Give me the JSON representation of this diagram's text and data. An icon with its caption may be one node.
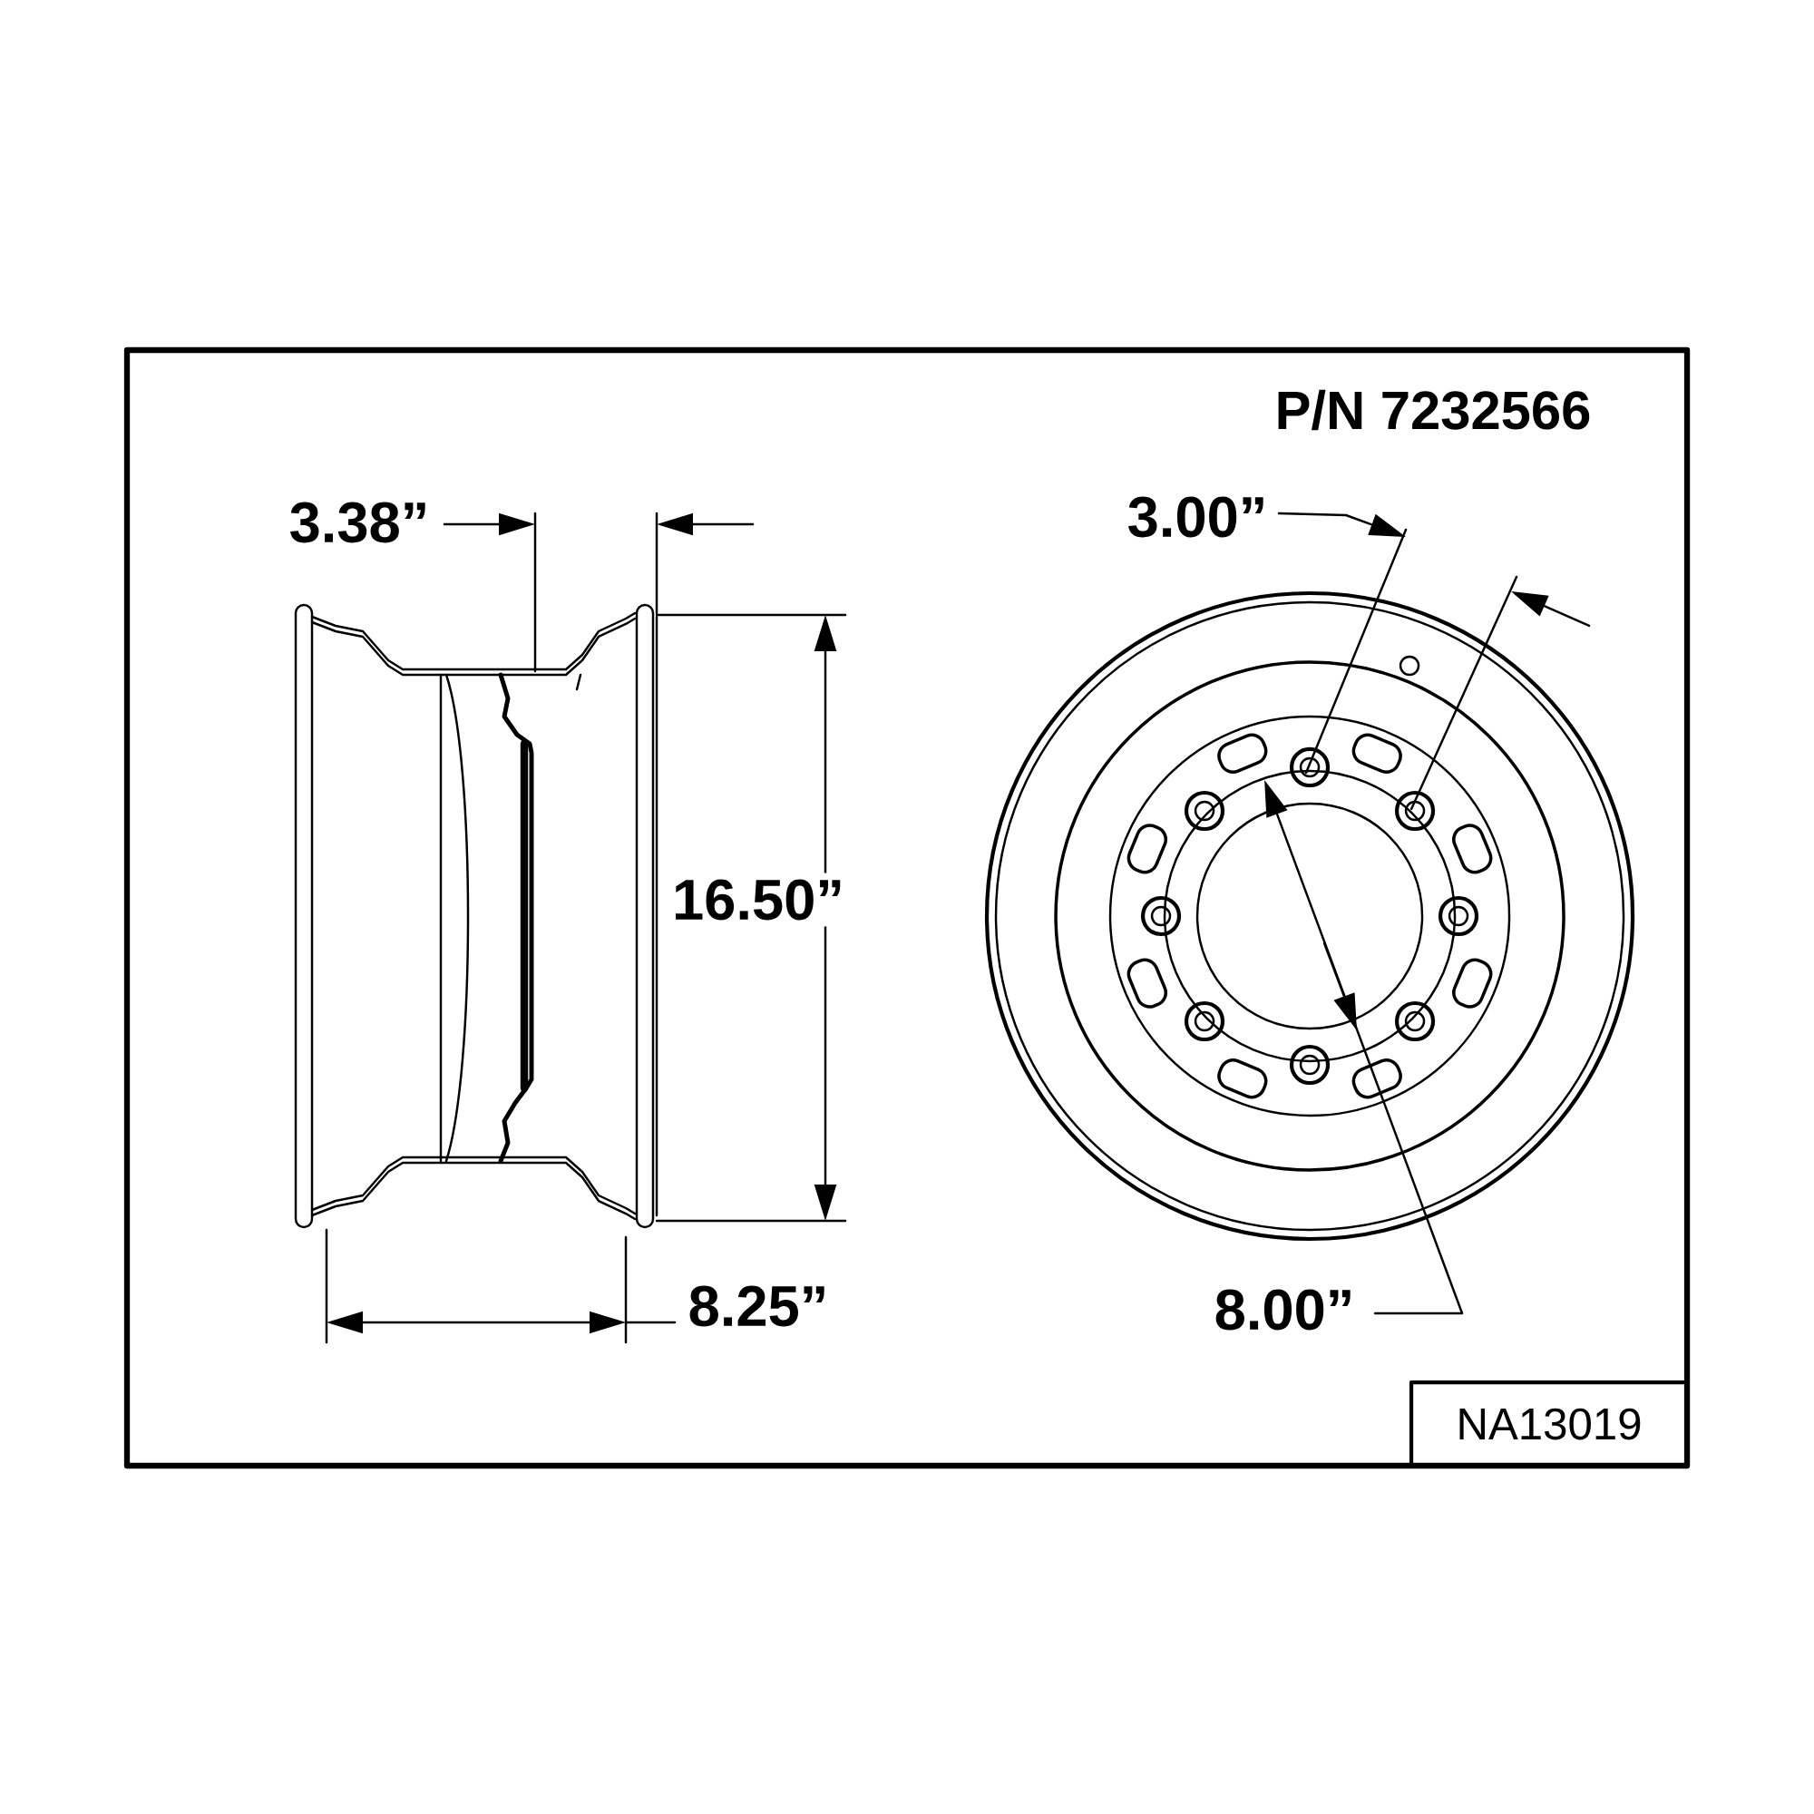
{
  "diagram": {
    "nodes": [
      {
        "text": [
          "NA13019"
        ]
      }
    ],
    "labels": [
      "P/N 7232566",
      "3.38”",
      "3.00”",
      "16.50”",
      "8.25”",
      "8.00”"
    ]
  }
}
